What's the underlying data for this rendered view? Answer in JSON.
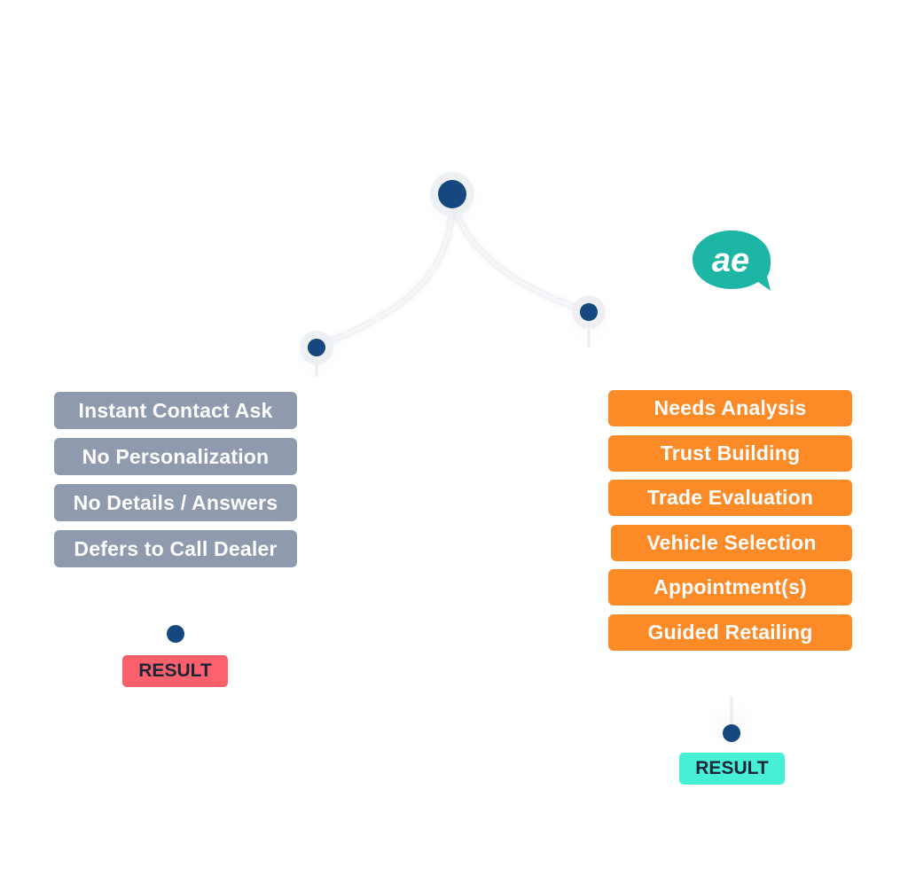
{
  "logo": {
    "text": "ae",
    "color": "#1db5a4"
  },
  "left_branch": {
    "items": [
      "Instant Contact Ask",
      "No Personalization",
      "No Details / Answers",
      "Defers to Call Dealer"
    ],
    "color": "#8f9aaf",
    "result_label": "RESULT",
    "result_color": "#fb616c"
  },
  "right_branch": {
    "items": [
      "Needs Analysis",
      "Trust Building",
      "Trade Evaluation",
      "Vehicle Selection",
      "Appointment(s)",
      "Guided Retailing"
    ],
    "color": "#fb8a27",
    "result_label": "RESULT",
    "result_color": "#45f0d6"
  },
  "node_color": "#17477f"
}
